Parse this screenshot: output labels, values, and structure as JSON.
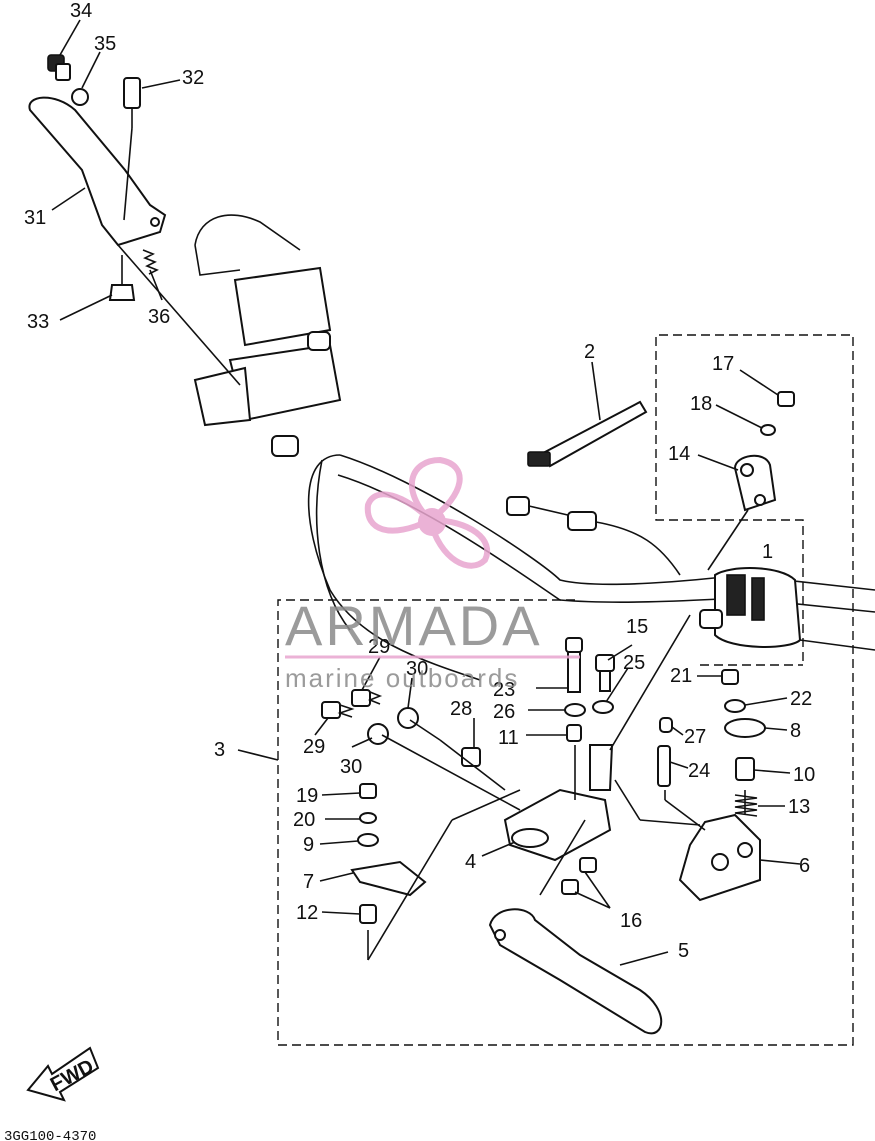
{
  "diagram": {
    "parts": [
      {
        "label": "34"
      },
      {
        "label": "35"
      },
      {
        "label": "32"
      },
      {
        "label": "31"
      },
      {
        "label": "33"
      },
      {
        "label": "36"
      },
      {
        "label": "2"
      },
      {
        "label": "17"
      },
      {
        "label": "18"
      },
      {
        "label": "14"
      },
      {
        "label": "1"
      },
      {
        "label": "29"
      },
      {
        "label": "30"
      },
      {
        "label": "15"
      },
      {
        "label": "25"
      },
      {
        "label": "23"
      },
      {
        "label": "26"
      },
      {
        "label": "28"
      },
      {
        "label": "21"
      },
      {
        "label": "22"
      },
      {
        "label": "29"
      },
      {
        "label": "30"
      },
      {
        "label": "11"
      },
      {
        "label": "27"
      },
      {
        "label": "8"
      },
      {
        "label": "3"
      },
      {
        "label": "24"
      },
      {
        "label": "10"
      },
      {
        "label": "19"
      },
      {
        "label": "13"
      },
      {
        "label": "20"
      },
      {
        "label": "9"
      },
      {
        "label": "4"
      },
      {
        "label": "6"
      },
      {
        "label": "7"
      },
      {
        "label": "12"
      },
      {
        "label": "16"
      },
      {
        "label": "5"
      }
    ],
    "fwd_label": "FWD",
    "drawing_code": "3GG100-4370"
  },
  "watermark": {
    "title": "ARMADA",
    "subtitle": "marine outboards",
    "logo_color": "#e8a5cf"
  }
}
